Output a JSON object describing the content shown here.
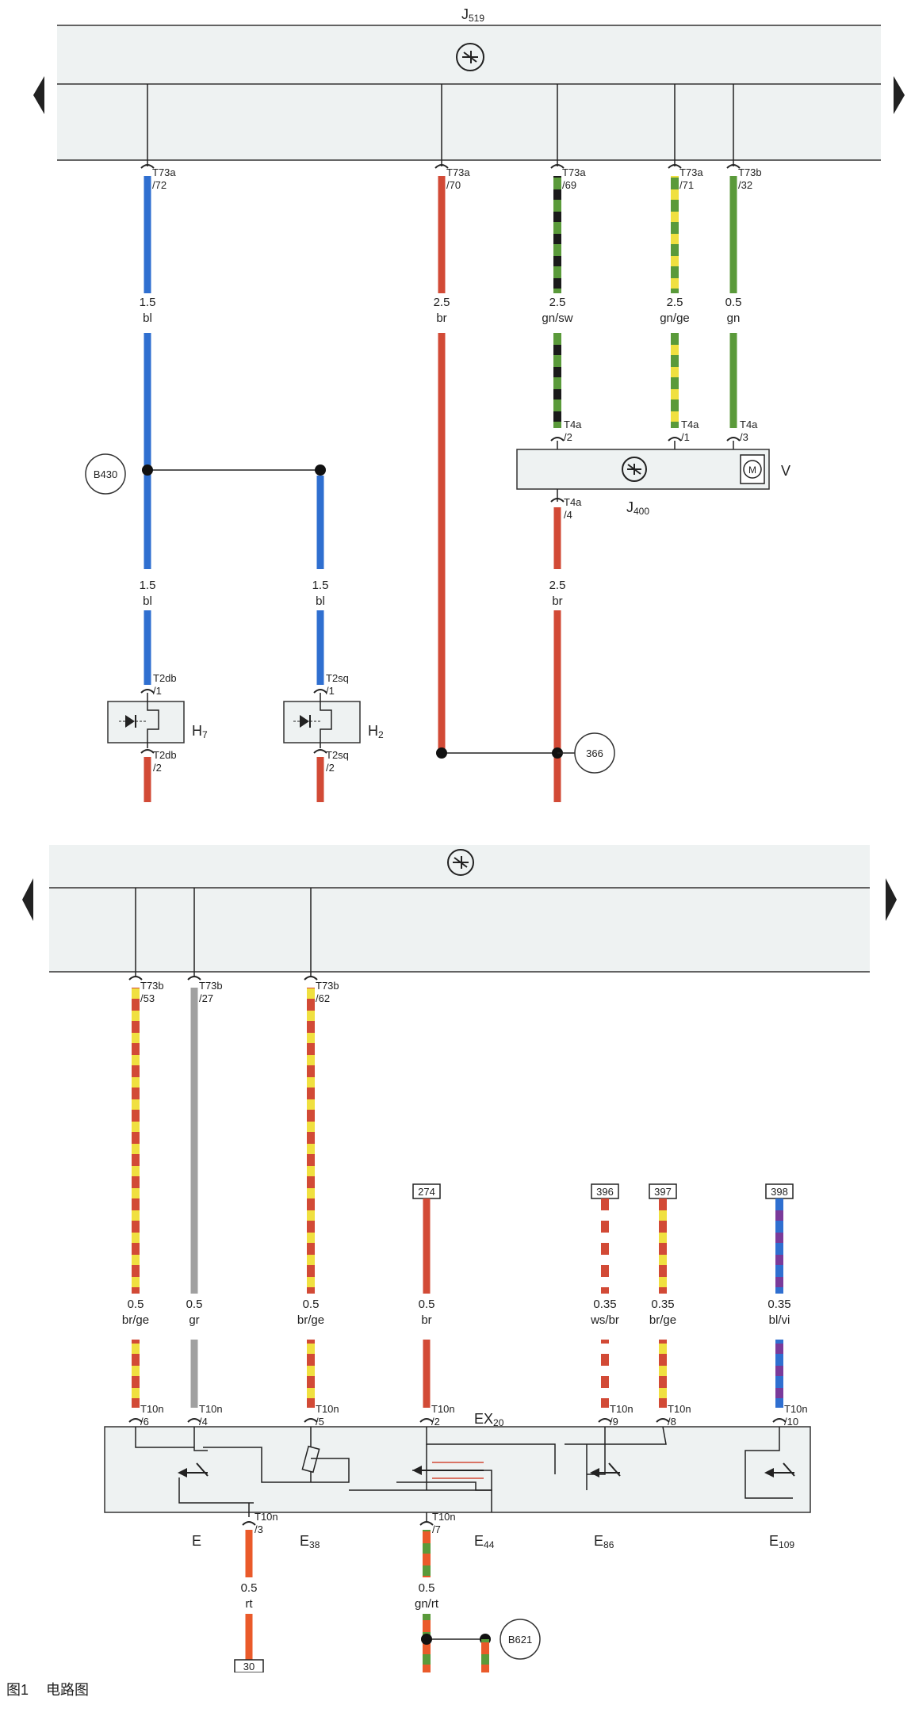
{
  "top_module": {
    "label": "J519",
    "main": "J",
    "sub": "519"
  },
  "wires_top": [
    {
      "pin": [
        "T73a",
        "/72"
      ],
      "gauge": "1.5",
      "color": "bl"
    },
    {
      "pin": [
        "T73a",
        "/70"
      ],
      "gauge": "2.5",
      "color": "br"
    },
    {
      "pin": [
        "T73a",
        "/69"
      ],
      "gauge": "2.5",
      "color": "gn/sw"
    },
    {
      "pin": [
        "T73a",
        "/71"
      ],
      "gauge": "2.5",
      "color": "gn/ge"
    },
    {
      "pin": [
        "T73b",
        "/32"
      ],
      "gauge": "0.5",
      "color": "gn"
    }
  ],
  "ground_b430": "B430",
  "h7": {
    "main": "H",
    "sub": "7",
    "pin_top": [
      "T2db",
      "/1"
    ],
    "pin_bottom": [
      "T2db",
      "/2"
    ],
    "gauge": "1.5",
    "color": "bl"
  },
  "h2": {
    "main": "H",
    "sub": "2",
    "pin_top": [
      "T2sq",
      "/1"
    ],
    "pin_bottom": [
      "T2sq",
      "/2"
    ],
    "gauge": "1.5",
    "color": "bl"
  },
  "j400": {
    "main": "J",
    "sub": "400",
    "motor_label": "V",
    "motor_symbol": "M",
    "pins_in": [
      [
        "T4a",
        "/2"
      ],
      [
        "T4a",
        "/1"
      ],
      [
        "T4a",
        "/3"
      ]
    ],
    "pin_out": [
      "T4a",
      "/4"
    ],
    "out_gauge": "2.5",
    "out_color": "br"
  },
  "ref_366": "366",
  "wires_bottom": [
    {
      "pin": [
        "T73b",
        "/53"
      ],
      "gauge": "0.5",
      "color": "br/ge",
      "term": [
        "T10n",
        "/6"
      ]
    },
    {
      "pin": [
        "T73b",
        "/27"
      ],
      "gauge": "0.5",
      "color": "gr",
      "term": [
        "T10n",
        "/4"
      ]
    },
    {
      "pin": [
        "T73b",
        "/62"
      ],
      "gauge": "0.5",
      "color": "br/ge",
      "term": [
        "T10n",
        "/5"
      ]
    }
  ],
  "feeds": [
    {
      "ref": "274",
      "gauge": "0.5",
      "color": "br",
      "term": [
        "T10n",
        "/2"
      ]
    },
    {
      "ref": "396",
      "gauge": "0.35",
      "color": "ws/br",
      "term": [
        "T10n",
        "/9"
      ]
    },
    {
      "ref": "397",
      "gauge": "0.35",
      "color": "br/ge",
      "term": [
        "T10n",
        "/8"
      ]
    },
    {
      "ref": "398",
      "gauge": "0.35",
      "color": "bl/vi",
      "term": [
        "T10n",
        "/10"
      ]
    }
  ],
  "ex20": {
    "main": "EX",
    "sub": "20"
  },
  "switches": [
    {
      "main": "E",
      "sub": ""
    },
    {
      "main": "E",
      "sub": "38"
    },
    {
      "main": "E",
      "sub": "44"
    },
    {
      "main": "E",
      "sub": "86"
    },
    {
      "main": "E",
      "sub": "109"
    }
  ],
  "out_rt": {
    "term": [
      "T10n",
      "/3"
    ],
    "gauge": "0.5",
    "color": "rt",
    "ref": "30"
  },
  "out_gnrt": {
    "term": [
      "T10n",
      "/7"
    ],
    "gauge": "0.5",
    "color": "gn/rt",
    "ground": "B621"
  },
  "caption": {
    "figure": "图1",
    "title": "电路图"
  },
  "wire_colors": {
    "bl": "#2f6fd0",
    "br": "#d24a36",
    "gn": "#5a9a3a",
    "ge": "#f0e040",
    "sw": "#1a1a1a",
    "gr": "#a0a0a0",
    "ws": "#ffffff",
    "vi": "#7a3a9a",
    "rt": "#ea5a2a"
  }
}
